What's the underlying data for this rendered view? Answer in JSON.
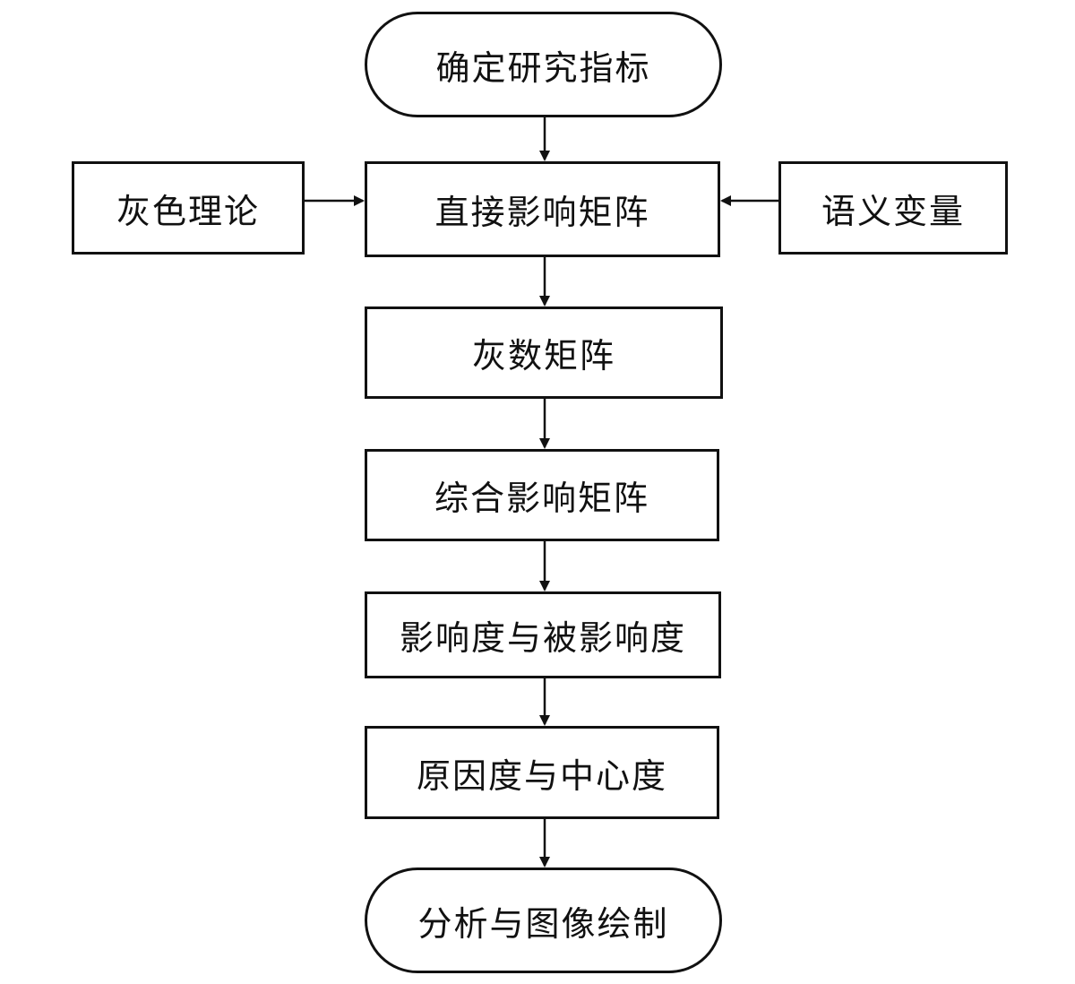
{
  "diagram": {
    "start": "确定研究指标",
    "direct_matrix": "直接影响矩阵",
    "grey_theory": "灰色理论",
    "semantic_variable": "语义变量",
    "grey_matrix": "灰数矩阵",
    "total_matrix": "综合影响矩阵",
    "influence_degree": "影响度与被影响度",
    "cause_center": "原因度与中心度",
    "end": "分析与图像绘制"
  },
  "colors": {
    "stroke": "#111111",
    "background": "#ffffff"
  }
}
